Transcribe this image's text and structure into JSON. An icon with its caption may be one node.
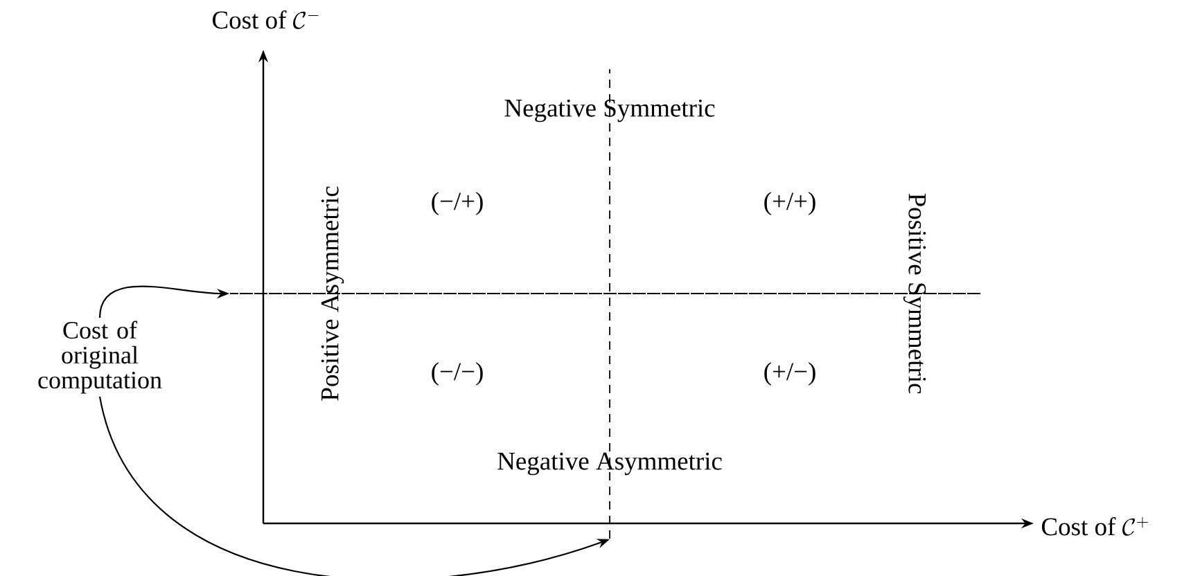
{
  "diagram": {
    "nodes": [
      {
        "text": [
          "Cost of original computation"
        ]
      },
      {
        "text": [],
        "shape": "line"
      },
      {
        "text": [],
        "shape": "line"
      }
    ],
    "edges": [
      {
        "from": 0,
        "to": 1,
        "arrow": "to"
      },
      {
        "from": 0,
        "to": 2,
        "arrow": "to"
      }
    ],
    "labels": [
      "\\mbox{Cost of }\\mathcal{C}^{-}",
      "Negative Symmetric",
      "Positive Asymmetric",
      "(−/+)",
      "(+/+)",
      "Positive Symmetric",
      "(−/−)",
      "(+/−)",
      "Negative Asymmetric",
      "\\mbox{Cost of }\\mathcal{C}^{+}"
    ]
  }
}
